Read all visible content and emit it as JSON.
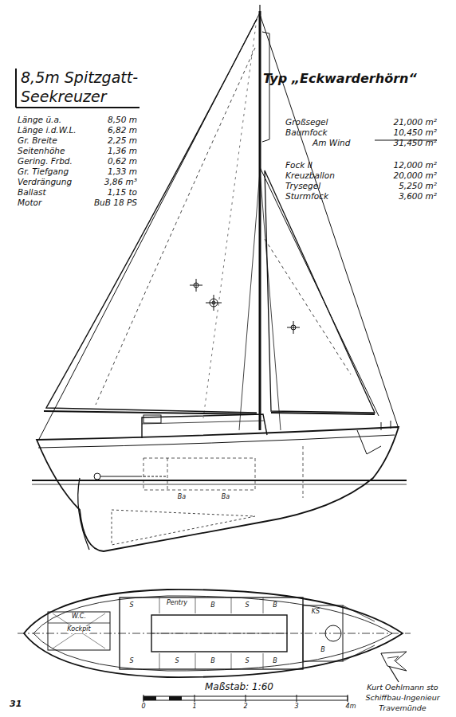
{
  "diagram": {
    "title": "8,5m Spitzgatt- Seekreuzer",
    "labels": [
      "Länge ü.a.",
      "8,50 m",
      "Länge i.d.W.L.",
      "6,82 m",
      "Gr. Breite",
      "2,25 m",
      "Seitenhöhe",
      "1,36 m",
      "Gering. Frbd.",
      "0,62 m",
      "Gr. Tiefgang",
      "1,33 m",
      "Verdrängung",
      "3,86 m³",
      "Ballast",
      "1,15 to",
      "Motor",
      "BuB 18 PS",
      "Typ „Eckwarderhörn“",
      "Großsegel",
      "21,000 m²",
      "Baumfock",
      "10,450 m²",
      "Am Wind",
      "31,450 m²",
      "Fock II",
      "12,000 m²",
      "Kreuzballon",
      "20,000 m²",
      "Trysegel",
      "5,250 m²",
      "Sturmfock",
      "3,600 m²",
      "Ba",
      "Ba",
      "W.C.",
      "Kockpit",
      "Pentry",
      "KS",
      "S",
      "S",
      "S",
      "S",
      "S",
      "B",
      "B",
      "B",
      "B",
      "B",
      "Maßstab: 1:60",
      "0",
      "1",
      "2",
      "3",
      "4m",
      "Kurt Oehlmann sto",
      "Schiffbau-Ingenieur",
      "Travemünde",
      "31"
    ]
  }
}
